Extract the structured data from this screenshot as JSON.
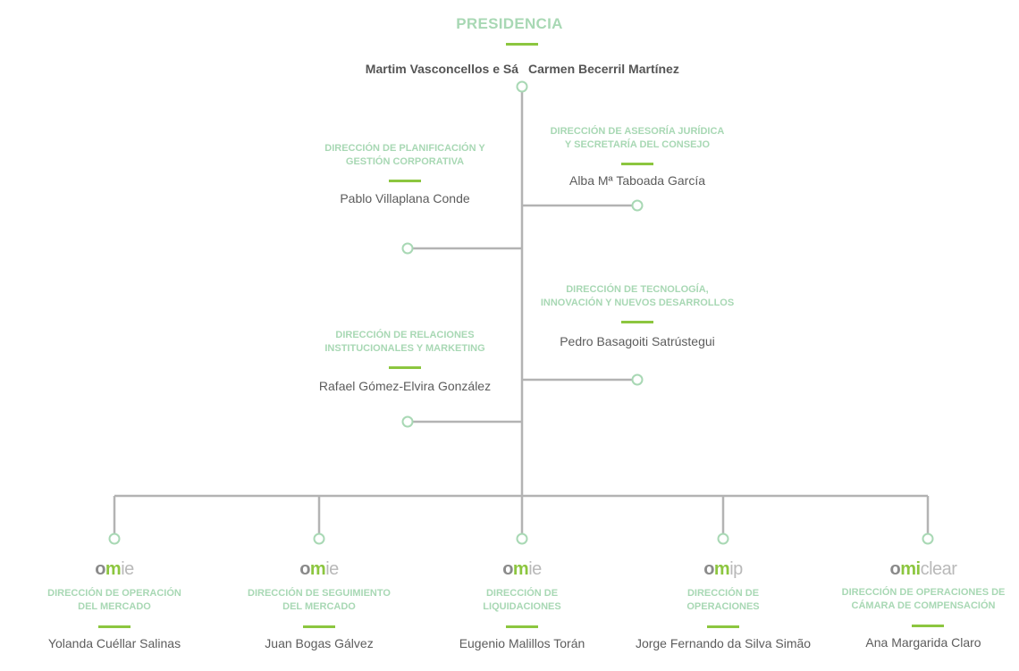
{
  "colors": {
    "heading": "#a8d8b4",
    "accent_bar": "#8cc63f",
    "connector": "#b3b3b3",
    "name_text": "#5c5c5c",
    "president_text": "#555555"
  },
  "presidency": {
    "title": "PRESIDENCIA",
    "members": [
      "Martim Vasconcellos e Sá",
      "Carmen Becerril Martínez"
    ]
  },
  "directorates": [
    {
      "title": "DIRECCIÓN DE PLANIFICACIÓN Y GESTIÓN CORPORATIVA",
      "title_lines": [
        "DIRECCIÓN DE PLANIFICACIÓN Y",
        "GESTIÓN CORPORATIVA"
      ],
      "person": "Pablo Villaplana Conde"
    },
    {
      "title": "DIRECCIÓN DE ASESORÍA JURÍDICA Y SECRETARÍA DEL CONSEJO",
      "title_lines": [
        "DIRECCIÓN DE ASESORÍA JURÍDICA",
        "Y SECRETARÍA DEL CONSEJO"
      ],
      "person": "Alba Mª Taboada García"
    },
    {
      "title": "DIRECCIÓN DE TECNOLOGÍA, INNOVACIÓN Y NUEVOS DESARROLLOS",
      "title_lines": [
        "DIRECCIÓN DE TECNOLOGÍA,",
        "INNOVACIÓN Y NUEVOS DESARROLLOS"
      ],
      "person": "Pedro Basagoiti Satrústegui"
    },
    {
      "title": "DIRECCIÓN DE RELACIONES INSTITUCIONALES Y MARKETING",
      "title_lines": [
        "DIRECCIÓN DE RELACIONES",
        "INSTITUCIONALES Y MARKETING"
      ],
      "person": "Rafael Gómez-Elvira González"
    }
  ],
  "subsidiaries": [
    {
      "logo": {
        "prefix": "o",
        "mid": "m",
        "suffix": "ie"
      },
      "title_lines": [
        "DIRECCIÓN DE OPERACIÓN",
        "DEL MERCADO"
      ],
      "person": "Yolanda Cuéllar Salinas"
    },
    {
      "logo": {
        "prefix": "o",
        "mid": "m",
        "suffix": "ie"
      },
      "title_lines": [
        "DIRECCIÓN DE SEGUIMIENTO",
        "DEL MERCADO"
      ],
      "person": "Juan Bogas Gálvez"
    },
    {
      "logo": {
        "prefix": "o",
        "mid": "m",
        "suffix": "ie"
      },
      "title_lines": [
        "DIRECCIÓN DE",
        "LIQUIDACIONES"
      ],
      "person": "Eugenio Malillos Torán"
    },
    {
      "logo": {
        "prefix": "o",
        "mid": "m",
        "suffix": "ip"
      },
      "title_lines": [
        "DIRECCIÓN DE",
        "OPERACIONES"
      ],
      "person": "Jorge Fernando da Silva Simão"
    },
    {
      "logo": {
        "prefix": "o",
        "mid": "mi",
        "suffix": "clear"
      },
      "title_lines": [
        "DIRECCIÓN DE OPERACIONES DE",
        "CÁMARA DE COMPENSACIÓN"
      ],
      "person": "Ana Margarida Claro"
    }
  ]
}
